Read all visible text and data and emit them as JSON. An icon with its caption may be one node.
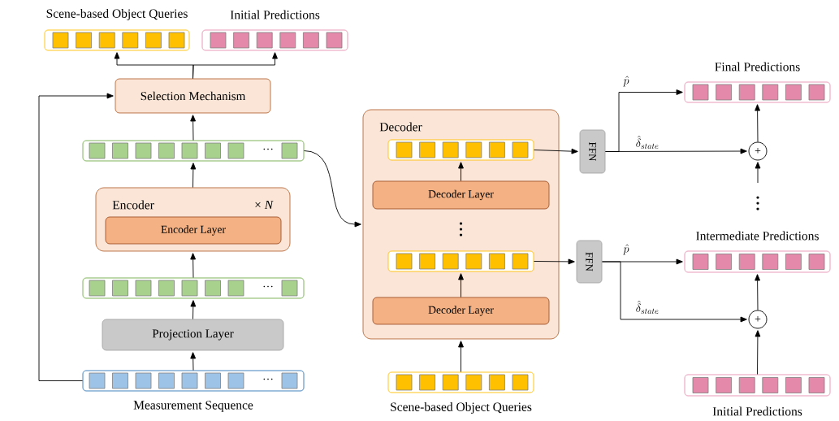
{
  "diagram": {
    "nodes": [
      {
        "text": [
          "Scene-based Object Queries"
        ]
      },
      {
        "text": [
          "Initial Predictions"
        ]
      },
      {
        "text": [
          "Selection Mechanism"
        ]
      },
      {
        "text": [
          "…"
        ]
      },
      {
        "text": [
          "Encoder",
          "× *N*"
        ]
      },
      {
        "text": [
          "Encoder Layer"
        ],
        "in": 4
      },
      {
        "text": [
          "…"
        ]
      },
      {
        "text": [
          "Projection Layer"
        ]
      },
      {
        "text": [
          "…",
          "Measurement Sequence"
        ]
      },
      {
        "text": [
          "Decoder"
        ]
      },
      {
        "text": [],
        "shape": "bar",
        "in": 9
      },
      {
        "text": [
          "Decoder Layer"
        ],
        "in": 9
      },
      {
        "text": [],
        "shape": "bar",
        "in": 9
      },
      {
        "text": [
          "Decoder Layer"
        ],
        "in": 9
      },
      {
        "text": [
          "Scene-based Object Queries"
        ]
      },
      {
        "text": [
          "FFN"
        ]
      },
      {
        "text": [
          "FFN"
        ]
      },
      {
        "text": [
          "Final Predictions"
        ]
      },
      {
        "text": [
          "+"
        ]
      },
      {
        "text": [
          "Intermediate Predictions"
        ]
      },
      {
        "text": [
          "+"
        ]
      },
      {
        "text": [
          "Initial Predictions"
        ]
      }
    ],
    "edges": [
      {
        "from": 2,
        "to": 0,
        "arrow": "to"
      },
      {
        "from": 2,
        "to": 1,
        "arrow": "to"
      },
      {
        "from": 8,
        "to": 2,
        "arrow": "to"
      },
      {
        "from": 3,
        "to": 2,
        "arrow": "to"
      },
      {
        "from": 4,
        "to": 3,
        "arrow": "to"
      },
      {
        "from": 6,
        "to": 4,
        "arrow": "to"
      },
      {
        "from": 7,
        "to": 6,
        "arrow": "to"
      },
      {
        "from": 8,
        "to": 7,
        "arrow": "to"
      },
      {
        "from": 3,
        "to": 9,
        "arrow": "to"
      },
      {
        "from": 11,
        "to": 10,
        "arrow": "to"
      },
      {
        "from": 13,
        "to": 12,
        "arrow": "to"
      },
      {
        "from": 14,
        "to": 9,
        "arrow": "to"
      },
      {
        "from": 10,
        "to": 15,
        "arrow": "to"
      },
      {
        "from": 12,
        "to": 16,
        "arrow": "to"
      },
      {
        "from": 15,
        "to": 17,
        "arrow": "to",
        "label": "\\hat{p}"
      },
      {
        "from": 15,
        "to": 18,
        "arrow": "to",
        "label": "\\hat{\\delta}_{state}"
      },
      {
        "from": 18,
        "to": 17,
        "arrow": "to"
      },
      {
        "from": null,
        "to": 18,
        "arrow": "to"
      },
      {
        "from": 16,
        "to": 19,
        "arrow": "to",
        "label": "\\hat{p}"
      },
      {
        "from": 16,
        "to": 20,
        "arrow": "to",
        "label": "\\hat{\\delta}_{state}"
      },
      {
        "from": 20,
        "to": 19,
        "arrow": "to"
      },
      {
        "from": 21,
        "to": 20,
        "arrow": "to"
      }
    ]
  }
}
